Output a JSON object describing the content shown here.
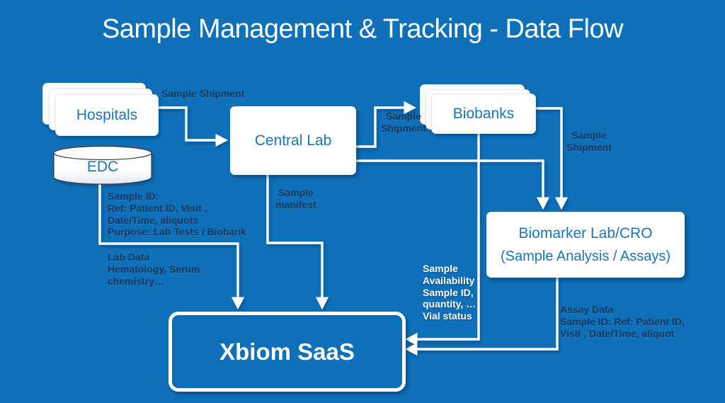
{
  "title": "Sample Management & Tracking - Data Flow",
  "colors": {
    "background": "#0E70B8",
    "node_fill": "#FFFFFF",
    "node_text": "#1B75BC",
    "line": "#FFFFFF",
    "label_dark": "#18375E",
    "label_light": "#FFFFFF"
  },
  "nodes": {
    "hospitals": {
      "label": "Hospitals"
    },
    "edc": {
      "label": "EDC"
    },
    "central_lab": {
      "label": "Central Lab"
    },
    "biobanks": {
      "label": "Biobanks"
    },
    "biomarker": {
      "line1": "Biomarker Lab/CRO",
      "line2": "(Sample Analysis / Assays)"
    },
    "xbiom": {
      "label": "Xbiom SaaS"
    }
  },
  "edge_labels": {
    "hospitals_to_central": "Sample Shipment",
    "central_to_biobanks": [
      "Sample",
      "Shipment"
    ],
    "biobanks_to_biomarker": [
      "Sample",
      "Shipment"
    ],
    "central_to_xbiom": [
      "Sample",
      "manifest"
    ],
    "edc_to_xbiom": [
      "Sample ID:",
      "Ref: Patient ID, Visit ,",
      "Date/Time, aliquots",
      "Purpose: Lab Tests / Biobank"
    ],
    "lab_data": [
      "Lab Data",
      "Hematology, Serum",
      "chemistry…"
    ],
    "sample_availability": [
      "Sample",
      "Availability",
      "Sample ID,",
      "quantity, …",
      "Vial status"
    ],
    "assay_data": [
      "Assay Data",
      "Sample ID: Ref: Patient ID,",
      "Visit , Date/Time, aliquot"
    ]
  }
}
